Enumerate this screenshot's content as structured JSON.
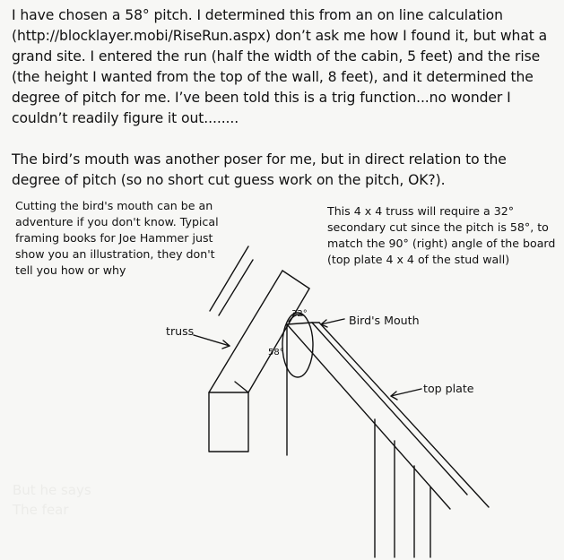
{
  "paragraph_1": "I have chosen a 58° pitch. I determined this from an on line calculation (http://blocklayer.mobi/RiseRun.aspx) don’t ask me how I found it, but what a grand site. I entered the run (half the width of the cabin, 5 feet) and the rise (the height I wanted from the top of the wall, 8 feet), and it determined the degree of pitch for me. I’ve been told this is a trig function...no wonder I couldn’t readily figure it out........",
  "paragraph_2": "The bird’s mouth was another poser for me, but in direct relation to the degree of pitch (so no short cut guess work on the pitch, OK?).",
  "note_left": "Cutting the bird's mouth can be an adventure if you don't know. Typical framing books for Joe Hammer just show you an illustration, they don't tell you how or why",
  "note_right": "This 4 x 4 truss will require a 32° secondary cut since the pitch is 58°, to match the 90° (right) angle of the board (top plate 4 x 4 of the stud wall)",
  "diagram": {
    "label_truss": "truss",
    "label_birds_mouth": "Bird's Mouth",
    "label_top_plate": "top plate",
    "angle_secondary": "32°",
    "angle_pitch": "58°"
  },
  "faded_line_1": "But he says",
  "faded_line_2": "The fear"
}
